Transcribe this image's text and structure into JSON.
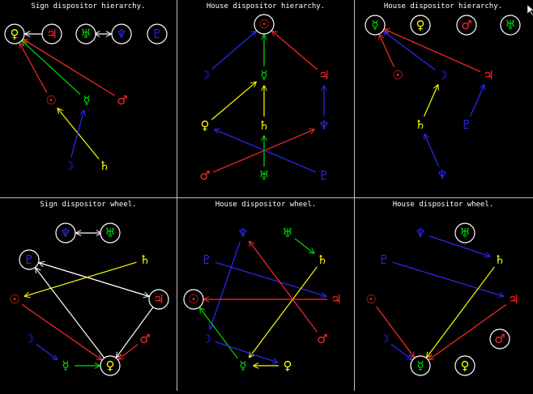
{
  "app": {
    "title": ""
  },
  "colors": {
    "background": "#000000",
    "grid": "#bfbfbf",
    "title": "#ffffff",
    "circle": "#ffffff",
    "yellow": "#ffff00",
    "red": "#ff2a2a",
    "green": "#00e000",
    "blue": "#2a2aff",
    "white": "#ffffff"
  },
  "panels": [
    {
      "id": "sign-hierarchy",
      "title": "Sign dispositor hierarchy.",
      "nodes": [
        {
          "id": "venus",
          "glyph": "♀",
          "color": "yellow",
          "circled": true
        },
        {
          "id": "jupiter",
          "glyph": "♃",
          "color": "red",
          "circled": true
        },
        {
          "id": "uranus",
          "glyph": "♅",
          "color": "green",
          "circled": true
        },
        {
          "id": "neptune",
          "glyph": "♆",
          "color": "blue",
          "circled": true
        },
        {
          "id": "pluto",
          "glyph": "♇",
          "color": "blue",
          "circled": true
        },
        {
          "id": "sun",
          "glyph": "☉",
          "color": "red",
          "circled": false
        },
        {
          "id": "mercury",
          "glyph": "☿",
          "color": "green",
          "circled": false
        },
        {
          "id": "mars",
          "glyph": "♂",
          "color": "red",
          "circled": false
        },
        {
          "id": "moon",
          "glyph": "☽",
          "color": "blue",
          "circled": false
        },
        {
          "id": "saturn",
          "glyph": "♄",
          "color": "yellow",
          "circled": false
        }
      ]
    },
    {
      "id": "house-hierarchy-1",
      "title": "House dispositor hierarchy.",
      "nodes": [
        {
          "id": "sun",
          "glyph": "☉",
          "color": "red",
          "circled": true
        },
        {
          "id": "moon",
          "glyph": "☽",
          "color": "blue",
          "circled": false
        },
        {
          "id": "mercury",
          "glyph": "☿",
          "color": "green",
          "circled": false
        },
        {
          "id": "jupiter",
          "glyph": "♃",
          "color": "red",
          "circled": false
        },
        {
          "id": "venus",
          "glyph": "♀",
          "color": "yellow",
          "circled": false
        },
        {
          "id": "saturn",
          "glyph": "♄",
          "color": "yellow",
          "circled": false
        },
        {
          "id": "neptune",
          "glyph": "♆",
          "color": "blue",
          "circled": false
        },
        {
          "id": "mars",
          "glyph": "♂",
          "color": "red",
          "circled": false
        },
        {
          "id": "uranus",
          "glyph": "♅",
          "color": "green",
          "circled": false
        },
        {
          "id": "pluto",
          "glyph": "♇",
          "color": "blue",
          "circled": false
        }
      ]
    },
    {
      "id": "house-hierarchy-2",
      "title": "House dispositor hierarchy.",
      "nodes": [
        {
          "id": "mercury",
          "glyph": "☿",
          "color": "green",
          "circled": true
        },
        {
          "id": "venus",
          "glyph": "♀",
          "color": "yellow",
          "circled": true
        },
        {
          "id": "mars",
          "glyph": "♂",
          "color": "red",
          "circled": true
        },
        {
          "id": "uranus",
          "glyph": "♅",
          "color": "green",
          "circled": true
        },
        {
          "id": "sun",
          "glyph": "☉",
          "color": "red",
          "circled": false
        },
        {
          "id": "moon",
          "glyph": "☽",
          "color": "blue",
          "circled": false
        },
        {
          "id": "jupiter",
          "glyph": "♃",
          "color": "red",
          "circled": false
        },
        {
          "id": "saturn",
          "glyph": "♄",
          "color": "yellow",
          "circled": false
        },
        {
          "id": "pluto",
          "glyph": "♇",
          "color": "blue",
          "circled": false
        },
        {
          "id": "neptune",
          "glyph": "♆",
          "color": "blue",
          "circled": false
        }
      ]
    },
    {
      "id": "sign-wheel",
      "title": "Sign dispositor wheel.",
      "nodes": [
        {
          "id": "neptune",
          "glyph": "♆",
          "color": "blue",
          "circled": true
        },
        {
          "id": "uranus",
          "glyph": "♅",
          "color": "green",
          "circled": true
        },
        {
          "id": "pluto",
          "glyph": "♇",
          "color": "blue",
          "circled": true
        },
        {
          "id": "saturn",
          "glyph": "♄",
          "color": "yellow",
          "circled": false
        },
        {
          "id": "sun",
          "glyph": "☉",
          "color": "red",
          "circled": false
        },
        {
          "id": "jupiter",
          "glyph": "♃",
          "color": "red",
          "circled": true
        },
        {
          "id": "moon",
          "glyph": "☽",
          "color": "blue",
          "circled": false
        },
        {
          "id": "mars",
          "glyph": "♂",
          "color": "red",
          "circled": false
        },
        {
          "id": "mercury",
          "glyph": "☿",
          "color": "green",
          "circled": false
        },
        {
          "id": "venus",
          "glyph": "♀",
          "color": "yellow",
          "circled": true
        }
      ]
    },
    {
      "id": "house-wheel-1",
      "title": "House dispositor wheel.",
      "nodes": [
        {
          "id": "neptune",
          "glyph": "♆",
          "color": "blue",
          "circled": false
        },
        {
          "id": "uranus",
          "glyph": "♅",
          "color": "green",
          "circled": false
        },
        {
          "id": "pluto",
          "glyph": "♇",
          "color": "blue",
          "circled": false
        },
        {
          "id": "saturn",
          "glyph": "♄",
          "color": "yellow",
          "circled": false
        },
        {
          "id": "sun",
          "glyph": "☉",
          "color": "red",
          "circled": true
        },
        {
          "id": "jupiter",
          "glyph": "♃",
          "color": "red",
          "circled": false
        },
        {
          "id": "moon",
          "glyph": "☽",
          "color": "blue",
          "circled": false
        },
        {
          "id": "mars",
          "glyph": "♂",
          "color": "red",
          "circled": false
        },
        {
          "id": "mercury",
          "glyph": "☿",
          "color": "green",
          "circled": false
        },
        {
          "id": "venus",
          "glyph": "♀",
          "color": "yellow",
          "circled": false
        }
      ]
    },
    {
      "id": "house-wheel-2",
      "title": "House dispositor wheel.",
      "nodes": [
        {
          "id": "neptune",
          "glyph": "♆",
          "color": "blue",
          "circled": false
        },
        {
          "id": "uranus",
          "glyph": "♅",
          "color": "green",
          "circled": true
        },
        {
          "id": "pluto",
          "glyph": "♇",
          "color": "blue",
          "circled": false
        },
        {
          "id": "saturn",
          "glyph": "♄",
          "color": "yellow",
          "circled": false
        },
        {
          "id": "sun",
          "glyph": "☉",
          "color": "red",
          "circled": false
        },
        {
          "id": "jupiter",
          "glyph": "♃",
          "color": "red",
          "circled": false
        },
        {
          "id": "moon",
          "glyph": "☽",
          "color": "blue",
          "circled": false
        },
        {
          "id": "mars",
          "glyph": "♂",
          "color": "red",
          "circled": true
        },
        {
          "id": "mercury",
          "glyph": "☿",
          "color": "green",
          "circled": true
        },
        {
          "id": "venus",
          "glyph": "♀",
          "color": "yellow",
          "circled": true
        }
      ]
    }
  ],
  "edges": [
    {
      "panel": 0,
      "from": "jupiter",
      "to": "venus",
      "color": "white"
    },
    {
      "panel": 0,
      "from": "sun",
      "to": "venus",
      "color": "red"
    },
    {
      "panel": 0,
      "from": "mercury",
      "to": "venus",
      "color": "green"
    },
    {
      "panel": 0,
      "from": "mars",
      "to": "venus",
      "color": "red"
    },
    {
      "panel": 0,
      "from": "saturn",
      "to": "sun",
      "color": "yellow"
    },
    {
      "panel": 0,
      "from": "moon",
      "to": "mercury",
      "color": "blue"
    },
    {
      "panel": 0,
      "from": "uranus",
      "to": "neptune",
      "color": "white",
      "both": true
    },
    {
      "panel": 1,
      "from": "moon",
      "to": "sun",
      "color": "blue"
    },
    {
      "panel": 1,
      "from": "mercury",
      "to": "sun",
      "color": "green"
    },
    {
      "panel": 1,
      "from": "jupiter",
      "to": "sun",
      "color": "red"
    },
    {
      "panel": 1,
      "from": "venus",
      "to": "mercury",
      "color": "yellow"
    },
    {
      "panel": 1,
      "from": "saturn",
      "to": "mercury",
      "color": "yellow"
    },
    {
      "panel": 1,
      "from": "neptune",
      "to": "jupiter",
      "color": "blue"
    },
    {
      "panel": 1,
      "from": "mars",
      "to": "neptune",
      "color": "red"
    },
    {
      "panel": 1,
      "from": "uranus",
      "to": "saturn",
      "color": "green"
    },
    {
      "panel": 1,
      "from": "pluto",
      "to": "venus",
      "color": "blue"
    },
    {
      "panel": 2,
      "from": "sun",
      "to": "mercury",
      "color": "red"
    },
    {
      "panel": 2,
      "from": "moon",
      "to": "mercury",
      "color": "blue"
    },
    {
      "panel": 2,
      "from": "jupiter",
      "to": "mercury",
      "color": "red"
    },
    {
      "panel": 2,
      "from": "saturn",
      "to": "moon",
      "color": "yellow"
    },
    {
      "panel": 2,
      "from": "pluto",
      "to": "jupiter",
      "color": "blue"
    },
    {
      "panel": 2,
      "from": "neptune",
      "to": "saturn",
      "color": "blue"
    },
    {
      "panel": 3,
      "from": "uranus",
      "to": "neptune",
      "color": "white",
      "both": true
    },
    {
      "panel": 3,
      "from": "pluto",
      "to": "jupiter",
      "color": "white"
    },
    {
      "panel": 3,
      "from": "jupiter",
      "to": "pluto",
      "color": "white"
    },
    {
      "panel": 3,
      "from": "saturn",
      "to": "sun",
      "color": "yellow"
    },
    {
      "panel": 3,
      "from": "sun",
      "to": "venus",
      "color": "red"
    },
    {
      "panel": 3,
      "from": "jupiter",
      "to": "venus",
      "color": "white"
    },
    {
      "panel": 3,
      "from": "venus",
      "to": "pluto",
      "color": "white"
    },
    {
      "panel": 3,
      "from": "moon",
      "to": "mercury",
      "color": "blue"
    },
    {
      "panel": 3,
      "from": "mercury",
      "to": "venus",
      "color": "green"
    },
    {
      "panel": 3,
      "from": "mars",
      "to": "venus",
      "color": "red"
    },
    {
      "panel": 4,
      "from": "neptune",
      "to": "moon",
      "color": "blue"
    },
    {
      "panel": 4,
      "from": "uranus",
      "to": "saturn",
      "color": "green"
    },
    {
      "panel": 4,
      "from": "pluto",
      "to": "jupiter",
      "color": "blue"
    },
    {
      "panel": 4,
      "from": "saturn",
      "to": "mercury",
      "color": "yellow"
    },
    {
      "panel": 4,
      "from": "jupiter",
      "to": "sun",
      "color": "red"
    },
    {
      "panel": 4,
      "from": "mars",
      "to": "neptune",
      "color": "red"
    },
    {
      "panel": 4,
      "from": "mercury",
      "to": "sun",
      "color": "green"
    },
    {
      "panel": 4,
      "from": "venus",
      "to": "mercury",
      "color": "yellow"
    },
    {
      "panel": 4,
      "from": "moon",
      "to": "venus",
      "color": "blue"
    },
    {
      "panel": 5,
      "from": "neptune",
      "to": "saturn",
      "color": "blue"
    },
    {
      "panel": 5,
      "from": "pluto",
      "to": "jupiter",
      "color": "blue"
    },
    {
      "panel": 5,
      "from": "saturn",
      "to": "mercury",
      "color": "yellow"
    },
    {
      "panel": 5,
      "from": "sun",
      "to": "mercury",
      "color": "red"
    },
    {
      "panel": 5,
      "from": "jupiter",
      "to": "mercury",
      "color": "red"
    },
    {
      "panel": 5,
      "from": "moon",
      "to": "mercury",
      "color": "blue"
    }
  ]
}
